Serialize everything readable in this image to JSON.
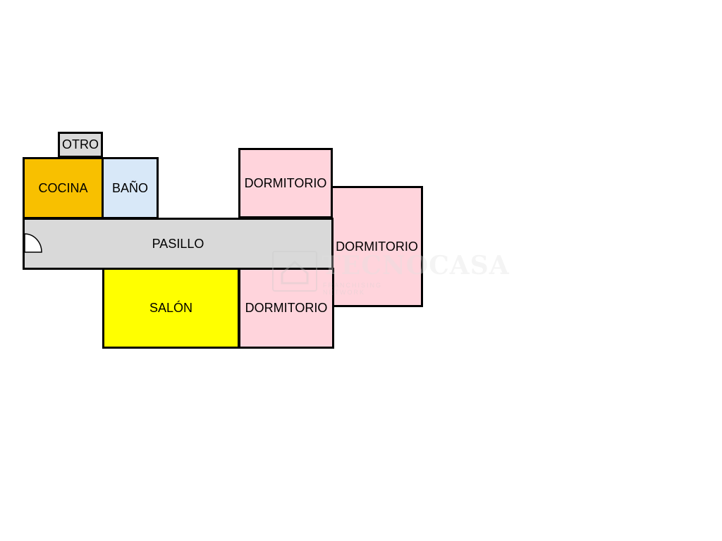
{
  "rooms": {
    "otro": "OTRO",
    "cocina": "COCINA",
    "bano": "BAÑO",
    "dormitorio_top": "DORMITORIO",
    "pasillo": "PASILLO",
    "dormitorio_right": "DORMITORIO",
    "salon": "SALÓN",
    "dormitorio_bottom": "DORMITORIO"
  },
  "colors": {
    "otro": "#d9d9d9",
    "cocina": "#f8c000",
    "bano": "#d8e8f8",
    "dormitorio": "#ffd4dc",
    "pasillo": "#d9d9d9",
    "salon": "#ffff00"
  },
  "watermark": {
    "title": "TECNOCASA",
    "subtitle": "FRANCHISING NETWORK"
  }
}
